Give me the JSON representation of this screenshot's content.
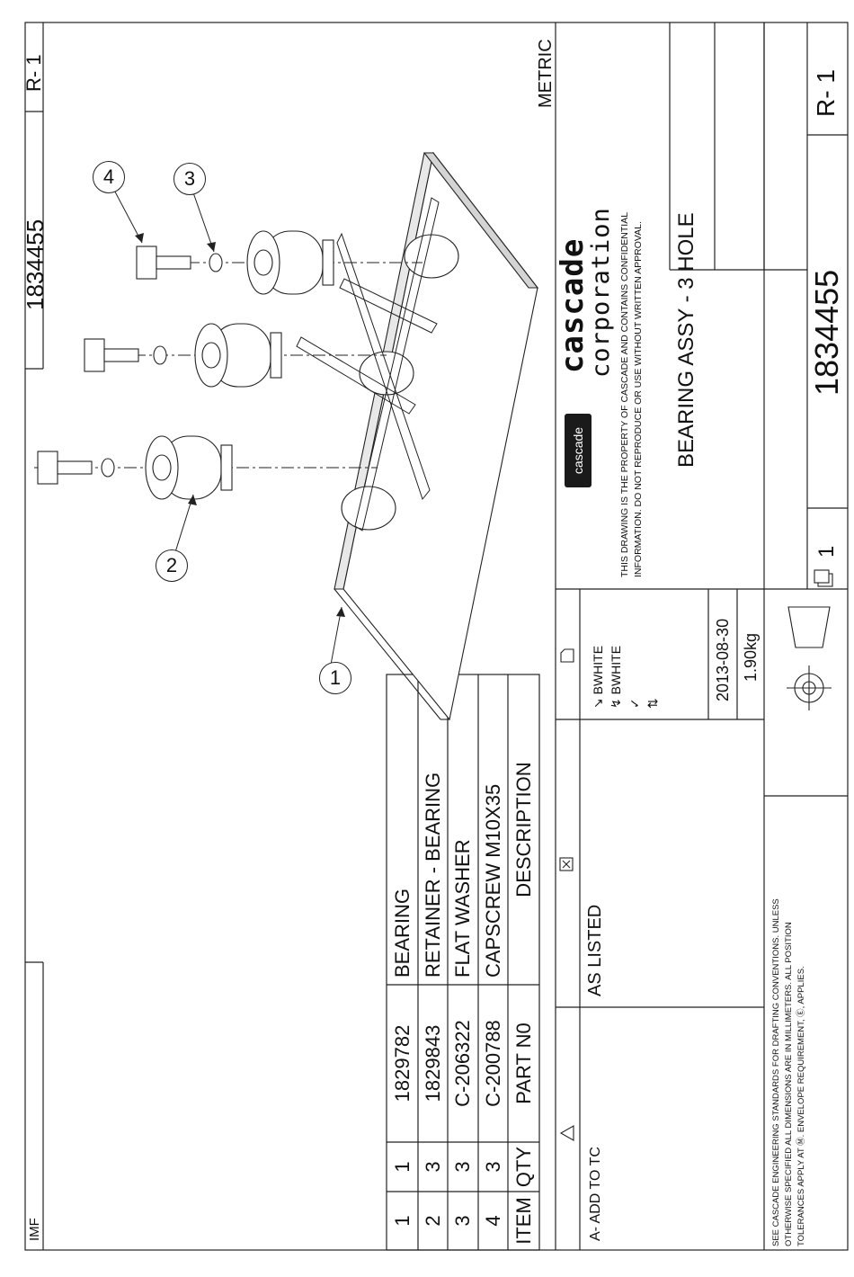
{
  "header": {
    "top_left": "IMF",
    "drawing_number": "1834455",
    "revision": "R- 1",
    "units": "METRIC"
  },
  "parts_list": {
    "headers": {
      "item": "ITEM",
      "qty": "QTY",
      "part_no": "PART N0",
      "description": "DESCRIPTION"
    },
    "rows": [
      {
        "item": "1",
        "qty": "1",
        "part_no": "1829782",
        "description": "BEARING"
      },
      {
        "item": "2",
        "qty": "3",
        "part_no": "1829843",
        "description": "RETAINER - BEARING"
      },
      {
        "item": "3",
        "qty": "3",
        "part_no": "C-206322",
        "description": "FLAT WASHER"
      },
      {
        "item": "4",
        "qty": "3",
        "part_no": "C-200788",
        "description": "CAPSCREW M10X35"
      }
    ]
  },
  "balloons": [
    "1",
    "2",
    "3",
    "4"
  ],
  "title_block": {
    "revision_note": "A- ADD TO TC",
    "material": "AS LISTED",
    "drawn_by": "BWHITE",
    "checked_by": "BWHITE",
    "date": "2013-08-30",
    "weight": "1.90kg",
    "company_word": "cascade",
    "company_sub": "corporation",
    "logo_badge": "cascade",
    "confidential_line1": "THIS DRAWING IS THE PROPERTY OF CASCADE AND CONTAINS CONFIDENTIAL",
    "confidential_line2": "INFORMATION. DO NOT REPRODUCE OR USE WITHOUT WRITTEN APPROVAL.",
    "title": "BEARING ASSY - 3 HOLE",
    "sheet": "1",
    "drawing_number": "1834455",
    "revision": "R- 1",
    "notes_line1": "SEE CASCADE ENGINEERING STANDARDS FOR DRAFTING CONVENTIONS. UNLESS",
    "notes_line2": "OTHERWISE SPECIFIED ALL DIMENSIONS ARE IN MILLIMETERS.  ALL POSITION",
    "notes_line3": "TOLERANCES APPLY AT Ⓜ.  ENVELOPE REQUIREMENT, Ⓔ, APPLIES."
  }
}
